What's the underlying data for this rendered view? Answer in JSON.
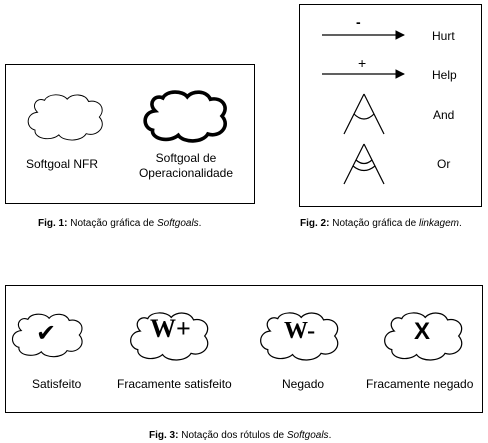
{
  "fig1": {
    "softgoal_nfr": "Softgoal NFR",
    "softgoal_op_line1": "Softgoal de",
    "softgoal_op_line2": "Operacionalidade",
    "caption_prefix": "Fig. 1:",
    "caption_text": "Notação gráfica de",
    "caption_italic": "Softgoals",
    "caption_end": "."
  },
  "fig2": {
    "minus_sign": "-",
    "plus_sign": "+",
    "hurt": "Hurt",
    "help": "Help",
    "and": "And",
    "or": "Or",
    "caption_prefix": "Fig. 2:",
    "caption_text": "Notação gráfica de",
    "caption_italic": "linkagem",
    "caption_end": "."
  },
  "fig3": {
    "check_glyph": "✔",
    "wplus": "W+",
    "wminus": "W-",
    "x_glyph": "X",
    "satisfeito": "Satisfeito",
    "fracamente_satisfeito": "Fracamente satisfeito",
    "negado": "Negado",
    "fracamente_negado": "Fracamente negado",
    "caption_prefix": "Fig. 3:",
    "caption_text": "Notação dos rótulos de",
    "caption_italic": "Softgoals",
    "caption_end": "."
  }
}
